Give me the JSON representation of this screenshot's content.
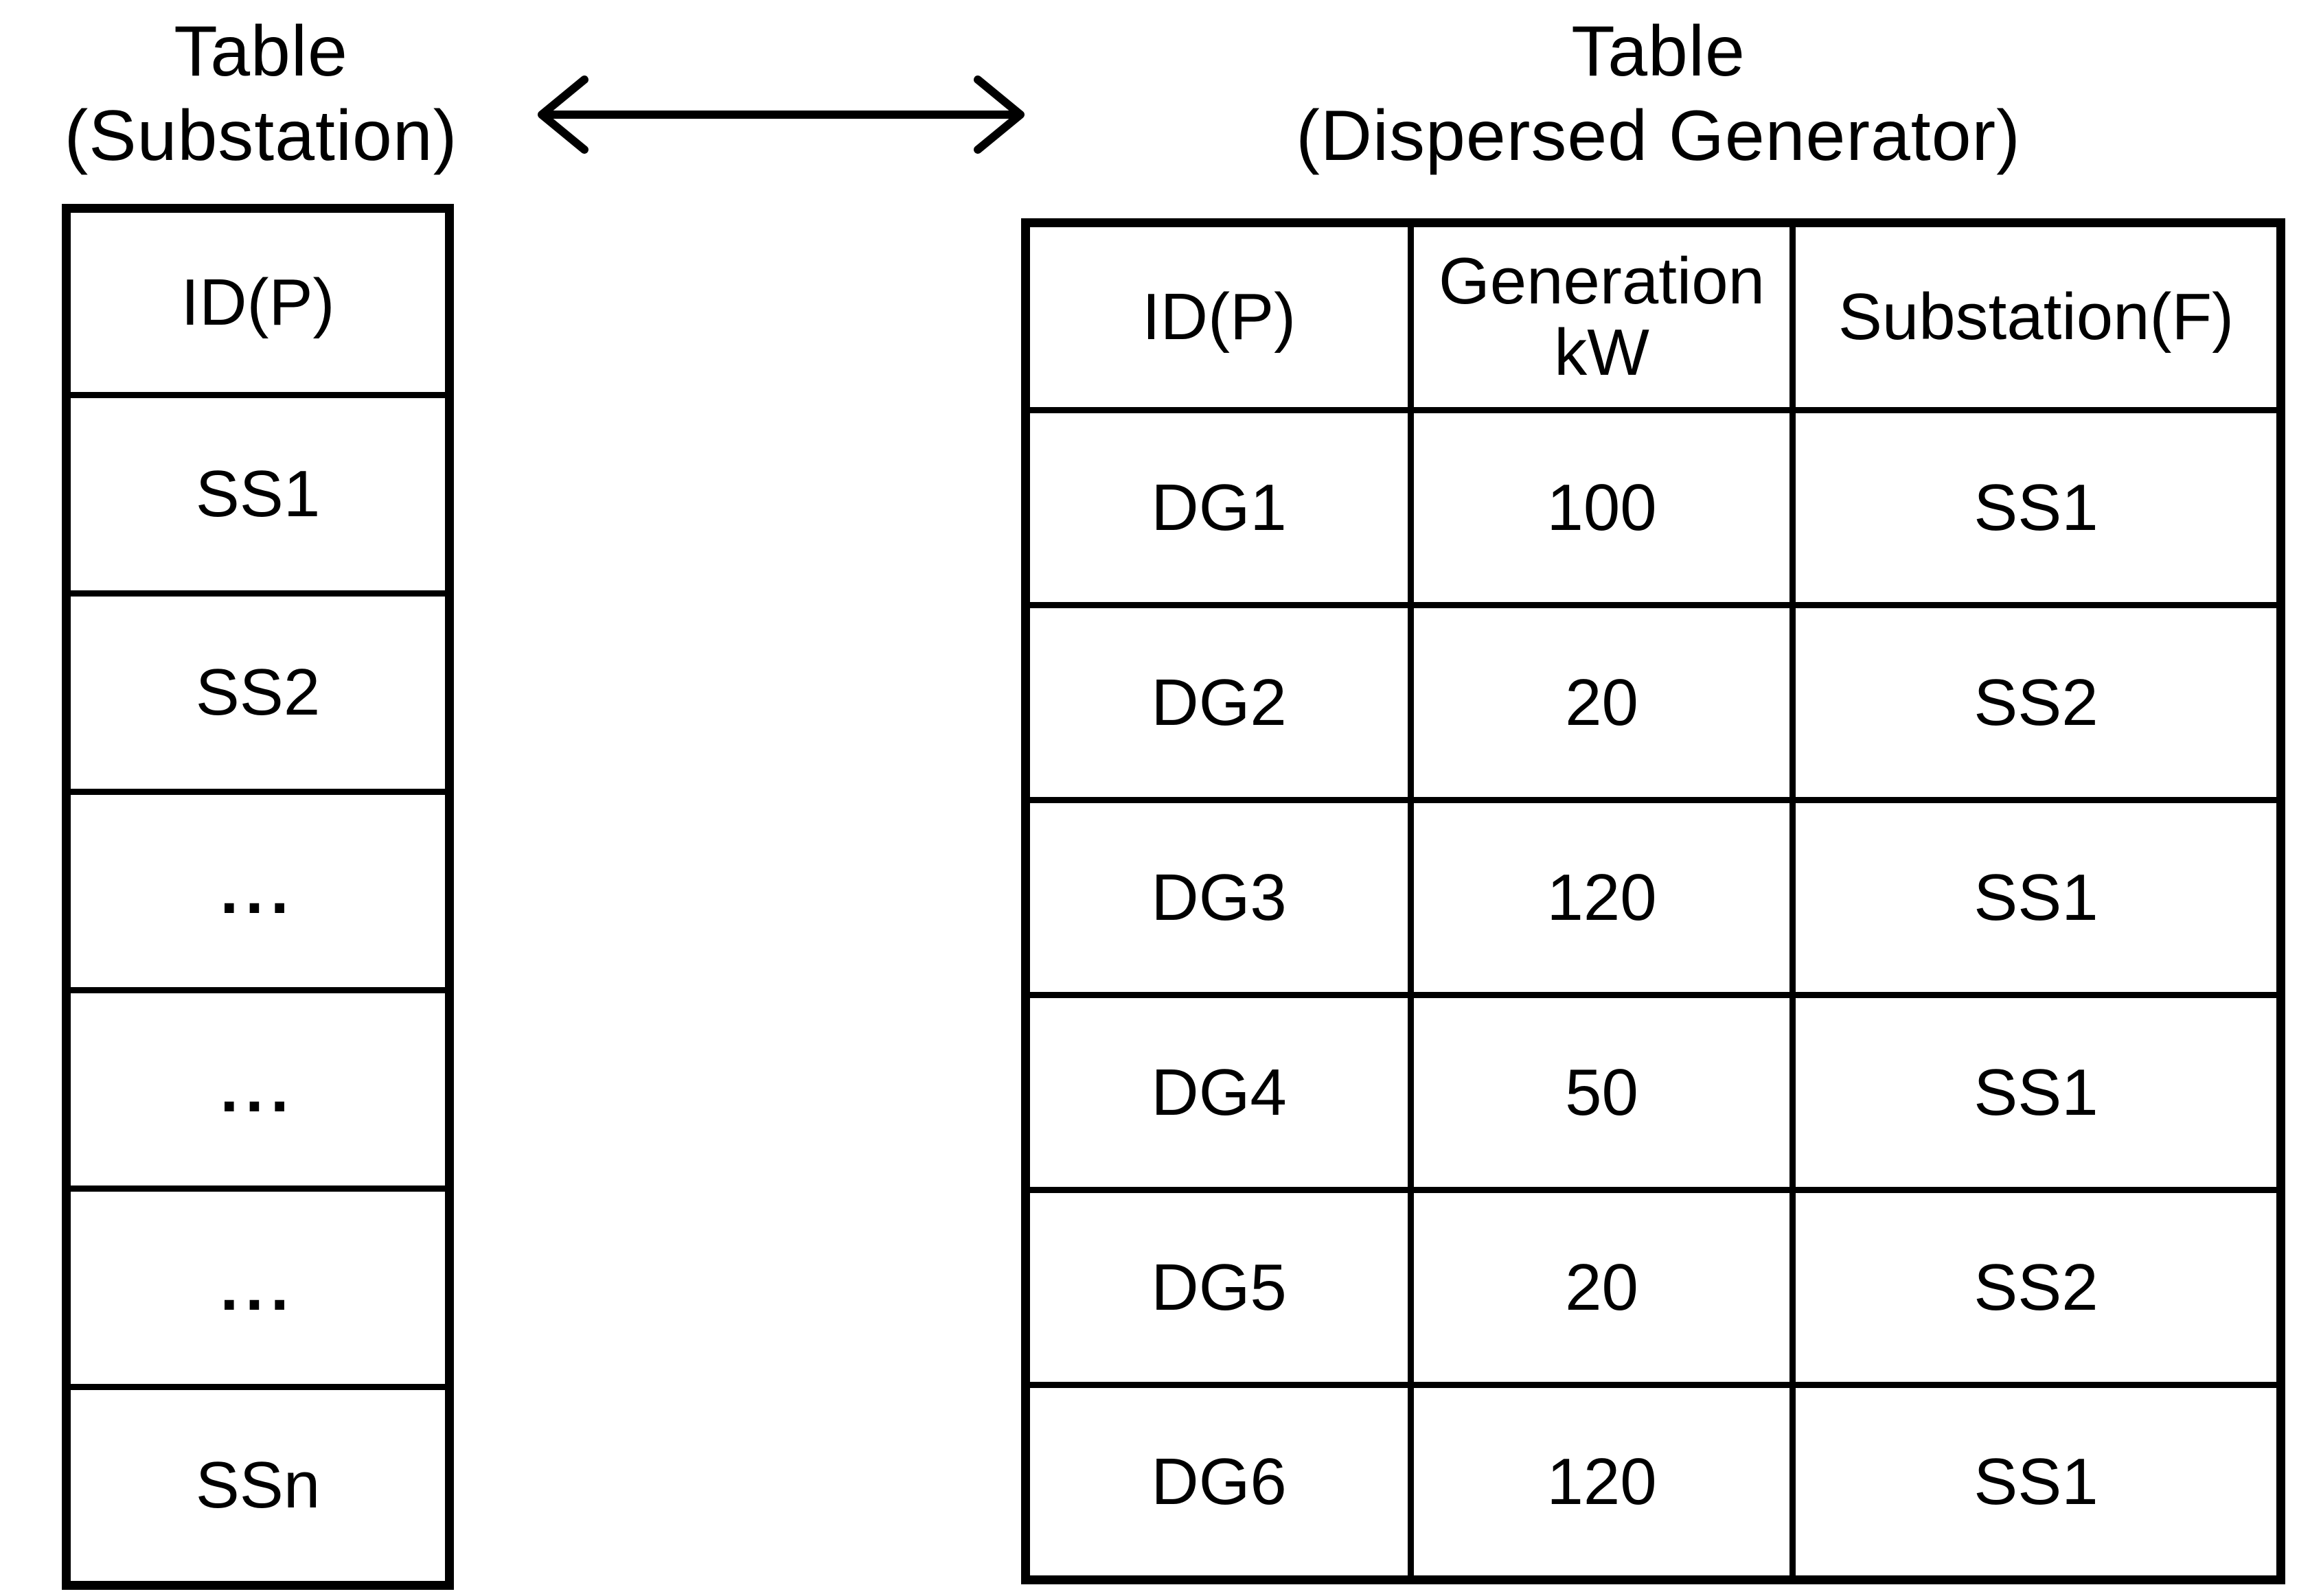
{
  "figure": {
    "arrow_icon": "double-headed-arrow",
    "colors": {
      "ink": "#000000",
      "background": "#ffffff"
    }
  },
  "left_table": {
    "title_line1": "Table",
    "title_line2": "(Substation)",
    "header": "ID(P)",
    "rows": [
      "SS1",
      "SS2",
      "...",
      "...",
      "...",
      "SSn"
    ]
  },
  "right_table": {
    "title_line1": "Table",
    "title_line2": "(Dispersed Generator)",
    "headers": {
      "id": "ID(P)",
      "generation_line1": "Generation",
      "generation_line2": "kW",
      "substation": "Substation(F)"
    },
    "rows": [
      {
        "id": "DG1",
        "generation_kw": "100",
        "substation": "SS1"
      },
      {
        "id": "DG2",
        "generation_kw": "20",
        "substation": "SS2"
      },
      {
        "id": "DG3",
        "generation_kw": "120",
        "substation": "SS1"
      },
      {
        "id": "DG4",
        "generation_kw": "50",
        "substation": "SS1"
      },
      {
        "id": "DG5",
        "generation_kw": "20",
        "substation": "SS2"
      },
      {
        "id": "DG6",
        "generation_kw": "120",
        "substation": "SS1"
      }
    ]
  }
}
